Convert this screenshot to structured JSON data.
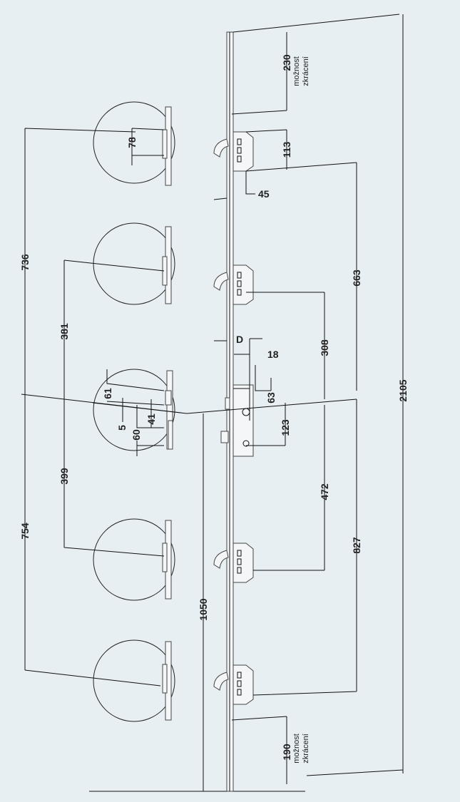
{
  "title": "Multipoint lock dimension drawing",
  "dimensions": {
    "top_shortening": "230",
    "hook_height": "113",
    "hook_offset": "45",
    "upper_to_center": "663",
    "total_length": "2105",
    "lower_to_center": "827",
    "upper_hook_to_center": "308",
    "lower_hook_to_center": "472",
    "backset": "D",
    "d18": "18",
    "d63": "63",
    "d123": "123",
    "handle_height": "1050",
    "left_upper": "736",
    "left_lower": "754",
    "left_upper_inner": "381",
    "left_lower_inner": "399",
    "detail_78": "78",
    "detail_61": "61",
    "detail_5": "5",
    "detail_41": "41",
    "detail_60": "60",
    "bottom_shortening": "190"
  },
  "notes": {
    "shortening_line1": "možnost",
    "shortening_line2": "zkrácení"
  }
}
